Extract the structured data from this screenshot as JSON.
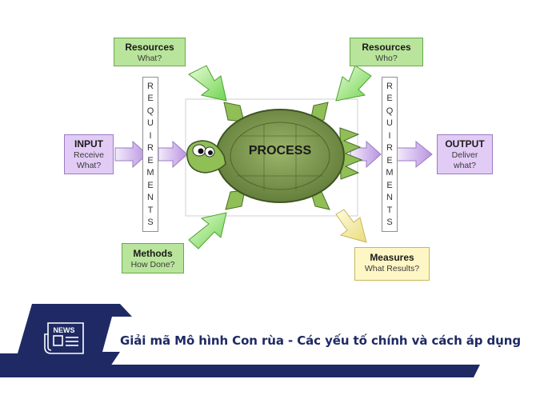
{
  "diagram": {
    "resources_what": {
      "title": "Resources",
      "sub": "What?"
    },
    "resources_who": {
      "title": "Resources",
      "sub": "Who?"
    },
    "input": {
      "title": "INPUT",
      "line1": "Receive",
      "line2": "What?"
    },
    "output": {
      "title": "OUTPUT",
      "line1": "Deliver",
      "line2": "what?"
    },
    "methods": {
      "title": "Methods",
      "sub": "How Done?"
    },
    "measures": {
      "title": "Measures",
      "sub": "What Results?"
    },
    "process_label": "PROCESS",
    "requirements_left": [
      "R",
      "E",
      "Q",
      "U",
      "I",
      "R",
      "E",
      "M",
      "E",
      "N",
      "T",
      "S"
    ],
    "requirements_right": [
      "R",
      "E",
      "Q",
      "U",
      "I",
      "R",
      "E",
      "M",
      "E",
      "N",
      "T",
      "S"
    ]
  },
  "banner": {
    "icon_label": "NEWS",
    "title": "Giải mã Mô hình Con rùa - Các yếu tố chính và cách áp dụng"
  },
  "colors": {
    "navy": "#1f2a64",
    "green_box": "#b9e49b",
    "purple_box": "#e2ccf5",
    "yellow_box": "#fff6c5"
  }
}
